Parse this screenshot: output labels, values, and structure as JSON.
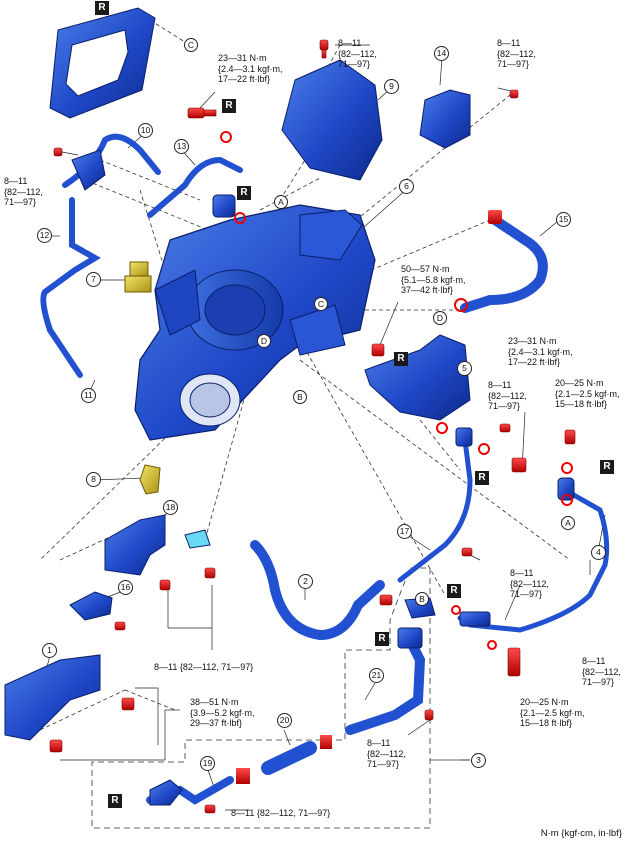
{
  "diagram": {
    "unit_note": "N·m {kgf·cm, in·lbf}",
    "replace_badge": "R",
    "torques": {
      "t_23_31_top": "23—31 N·m\n{2.4—3.1 kgf·m,\n17—22 ft·lbf}",
      "t_8_11_top_9": "8—11\n{82—112,\n71—97}",
      "t_8_11_top_14": "8—11\n{82—112,\n71—97}",
      "t_8_11_left_10": "8—11\n{82—112,\n71—97}",
      "t_50_57": "50—57 N·m\n{5.1—5.8 kgf·m,\n37—42 ft·lbf}",
      "t_23_31_mid": "23—31 N·m\n{2.4—3.1 kgf·m,\n17—22 ft·lbf}",
      "t_8_11_mid_5": "8—11\n{82—112,\n71—97}",
      "t_20_25_right": "20—25 N·m\n{2.1—2.5 kgf·m,\n15—18 ft·lbf}",
      "t_8_11_17": "8—11\n{82—112,\n71—97}",
      "t_20_25_lower": "20—25 N·m\n{2.1—2.5 kgf·m,\n15—18 ft·lbf}",
      "t_8_11_4": "8—11\n{82—112,\n71—97}",
      "t_8_11_18": "8—11 {82—112, 71—97}",
      "t_38_51": "38—51 N·m\n{3.9—5.2 kgf·m,\n29—37 ft·lbf}",
      "t_8_11_21": "8—11\n{82—112,\n71—97}",
      "t_8_11_19": "8—11 {82—112, 71—97}"
    },
    "callouts": [
      "1",
      "2",
      "3",
      "4",
      "5",
      "6",
      "7",
      "8",
      "9",
      "10",
      "11",
      "12",
      "13",
      "14",
      "15",
      "16",
      "17",
      "18",
      "19",
      "20",
      "21"
    ],
    "letters": [
      "A",
      "B",
      "C",
      "D"
    ]
  }
}
